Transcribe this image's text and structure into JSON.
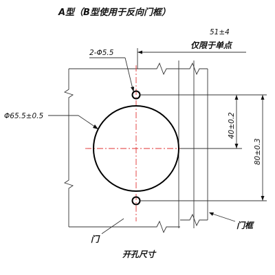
{
  "diagram": {
    "title": "A型（B型使用于反向门框）",
    "labels": {
      "hole_small": "2-Φ5.5",
      "hole_large": "Φ65.5±0.5",
      "dim_top_offset": "51±4",
      "single_point_only": "仅限于单点",
      "dim_hole_to_center": "40±0.2",
      "dim_hole_to_hole": "80±0.3",
      "door": "门",
      "door_frame": "门框",
      "caption": "开孔尺寸"
    },
    "colors": {
      "line": "#111111",
      "center_line": "#e03030",
      "background": "#ffffff"
    }
  }
}
